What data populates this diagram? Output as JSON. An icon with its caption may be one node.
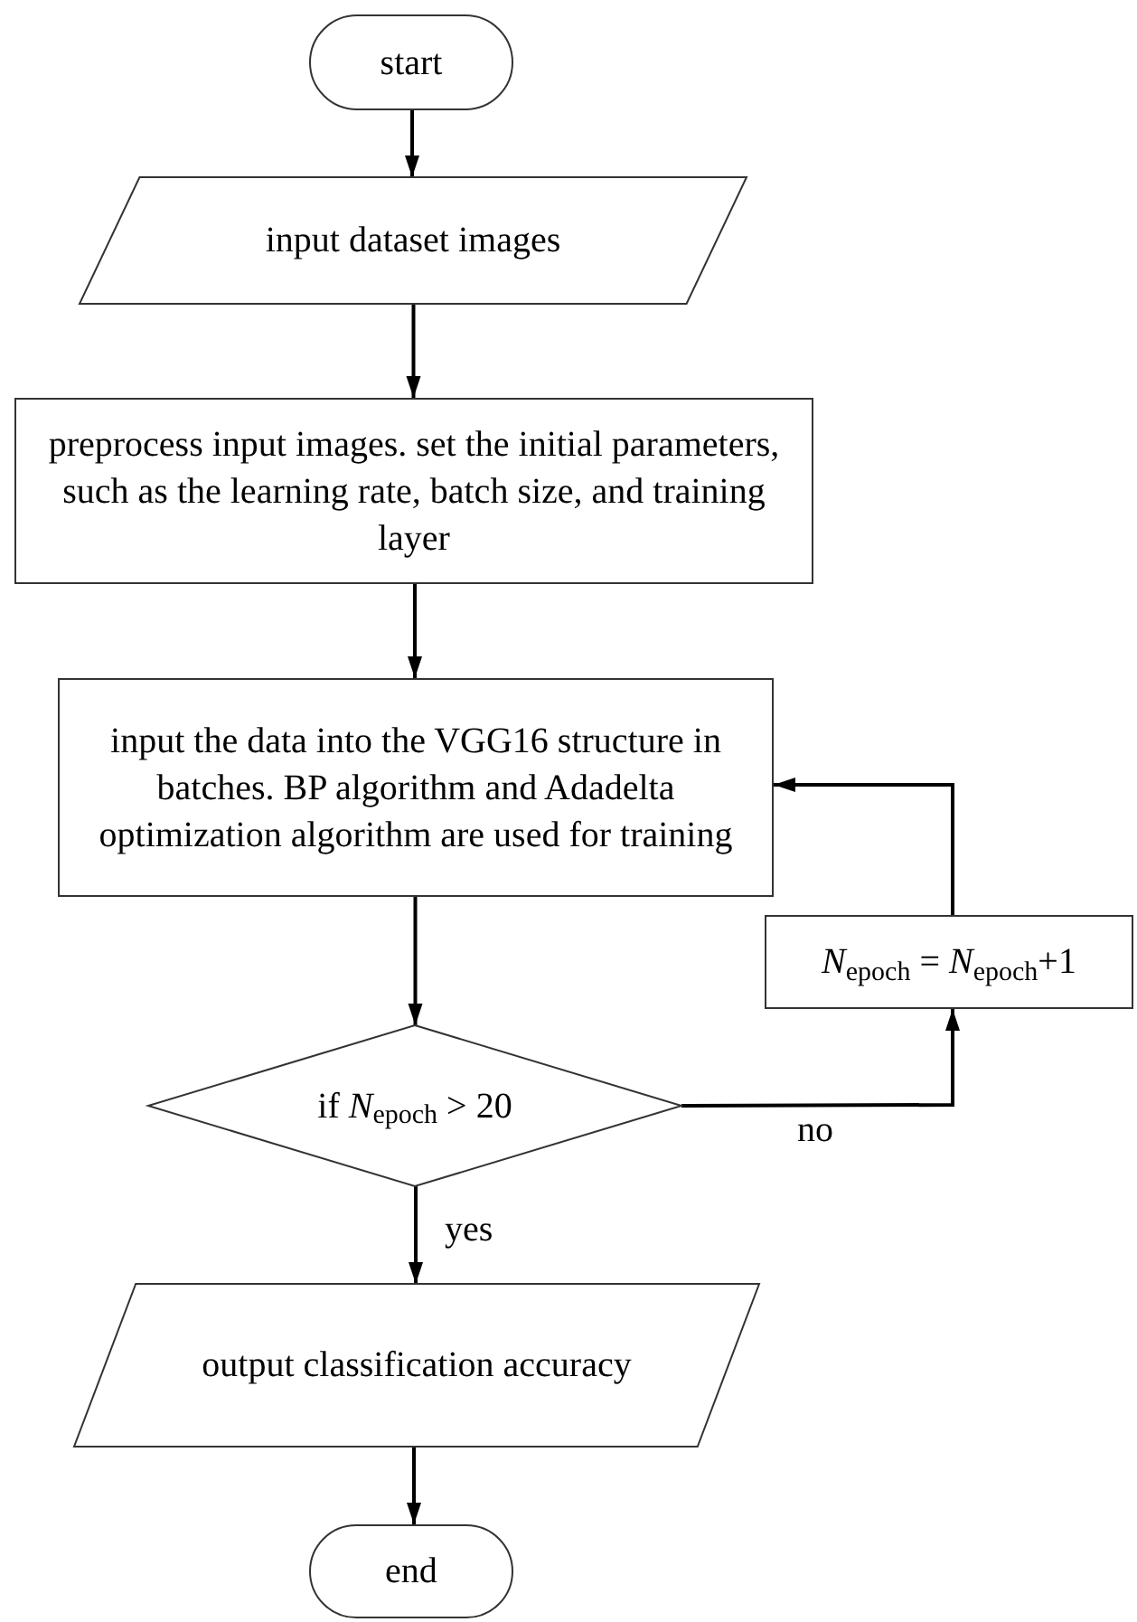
{
  "diagram": {
    "nodes": [
      {
        "text": [
          "start"
        ]
      },
      {
        "text": [
          "input dataset images"
        ]
      },
      {
        "text": [
          "preprocess input images. set the initial parameters, such as the learning rate, batch size, and training layer"
        ]
      },
      {
        "text": [
          "input the data into the VGG16 structure in batches. BP algorithm and Adadelta optimization algorithm are used for training"
        ]
      },
      {
        "text": [
          "*N*$_{epoch}$ = *N*$_{epoch}$+1"
        ]
      },
      {
        "text": [
          "if *N*$_{epoch}$ > 20"
        ]
      },
      {
        "text": [
          "output classification accuracy"
        ]
      },
      {
        "text": [
          "end"
        ]
      }
    ],
    "edges": [
      {
        "from": 0,
        "to": 1,
        "arrow": "to"
      },
      {
        "from": 1,
        "to": 2,
        "arrow": "to"
      },
      {
        "from": 2,
        "to": 3,
        "arrow": "to"
      },
      {
        "from": 3,
        "to": 5,
        "arrow": "to"
      },
      {
        "from": 5,
        "to": 4,
        "arrow": "to",
        "label": "no"
      },
      {
        "from": 4,
        "to": 3,
        "arrow": "to"
      },
      {
        "from": 5,
        "to": 6,
        "arrow": "to",
        "label": "yes"
      },
      {
        "from": 6,
        "to": 7,
        "arrow": "to"
      }
    ]
  }
}
